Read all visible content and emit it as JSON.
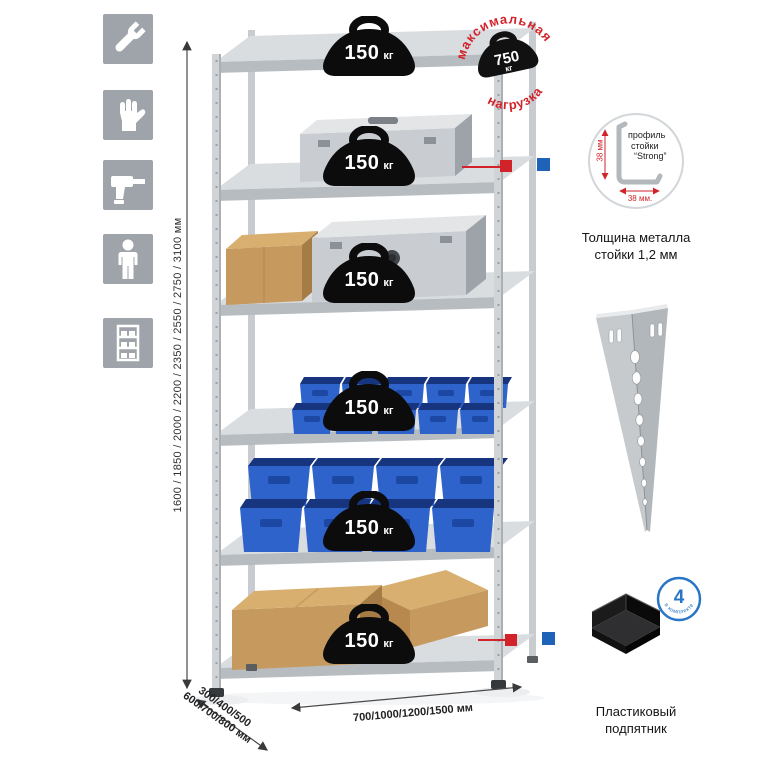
{
  "sidebar_icons": [
    {
      "name": "wrench"
    },
    {
      "name": "gloves"
    },
    {
      "name": "drill"
    },
    {
      "name": "person-height"
    },
    {
      "name": "shelf-sizes"
    }
  ],
  "dimensions": {
    "height_label": "1600 / 1850 / 2000 / 2200 / 2350 / 2550 / 2750 / 3100 мм",
    "depth_line1": "300/400/500",
    "depth_line2": "600/700/800 мм",
    "width_label": "700/1000/1200/1500 мм"
  },
  "shelf_badges": [
    {
      "value": "150",
      "unit": "кг"
    },
    {
      "value": "150",
      "unit": "кг"
    },
    {
      "value": "150",
      "unit": "кг"
    },
    {
      "value": "150",
      "unit": "кг"
    },
    {
      "value": "150",
      "unit": "кг"
    },
    {
      "value": "150",
      "unit": "кг"
    }
  ],
  "stamp": {
    "arc_top": "максимальная",
    "arc_bottom": "нагрузка",
    "value": "750",
    "unit": "кг"
  },
  "profile": {
    "label_line1": "профиль",
    "label_line2": "стойки",
    "label_line3": "“Strong”",
    "dim_vertical": "38 мм",
    "dim_horizontal": "38 мм.",
    "caption_line1": "Толщина металла",
    "caption_line2": "стойки 1,2 мм"
  },
  "foot": {
    "badge_number": "4",
    "badge_arc": "в комплекте",
    "caption_line1": "Пластиковый",
    "caption_line2": "подпятник"
  },
  "colors": {
    "red": "#d2232a",
    "blue": "#1e63b8",
    "tile_grey": "#9ea4a9",
    "bin_blue": "#2e63cb"
  }
}
